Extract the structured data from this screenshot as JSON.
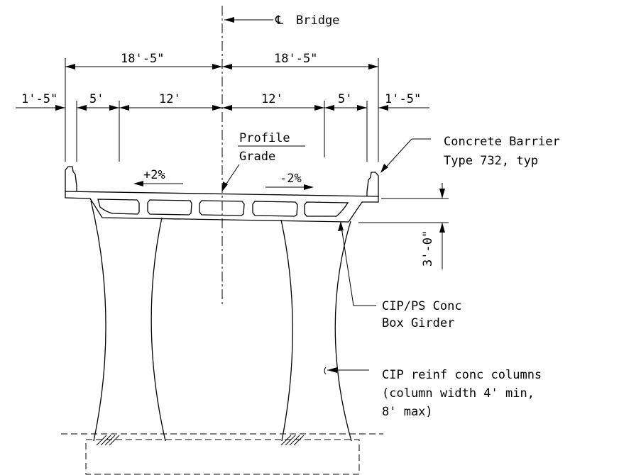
{
  "centerline": {
    "symbol": "℄",
    "label": "Bridge"
  },
  "dims": {
    "half_left": "18'-5\"",
    "half_right": "18'-5\"",
    "barrier_left": "1'-5\"",
    "shoulder_left": "5'",
    "lane_left": "12'",
    "lane_right": "12'",
    "shoulder_right": "5'",
    "barrier_right": "1'-5\"",
    "depth": "3'-0\""
  },
  "slopes": {
    "left": "+2%",
    "right": "-2%"
  },
  "labels": {
    "profile_grade_1": "Profile",
    "profile_grade_2": "Grade",
    "barrier_1": "Concrete Barrier",
    "barrier_2": "Type 732, typ",
    "girder_1": "CIP/PS Conc",
    "girder_2": "Box Girder",
    "columns_1": "CIP reinf conc columns",
    "columns_2": "(column width 4' min,",
    "columns_3": "8' max)"
  }
}
